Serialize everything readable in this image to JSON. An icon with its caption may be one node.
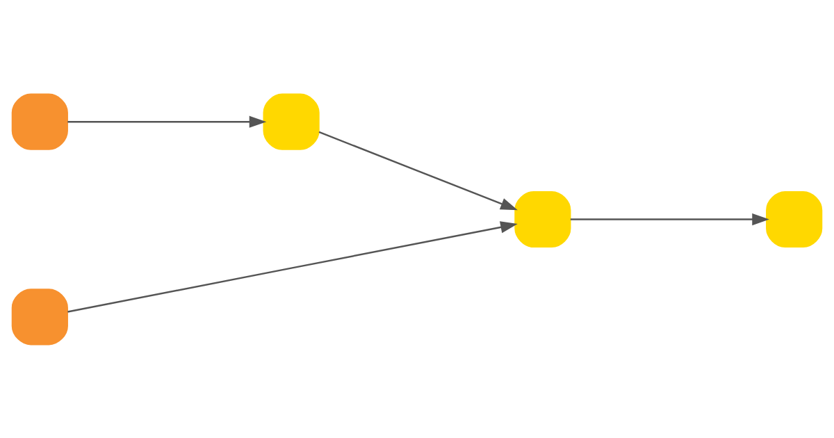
{
  "diagram": {
    "nodes": [
      {
        "text": [],
        "shape": "box"
      },
      {
        "text": [],
        "shape": "box"
      },
      {
        "text": [],
        "shape": "box"
      },
      {
        "text": [],
        "shape": "box"
      },
      {
        "text": [],
        "shape": "box"
      }
    ],
    "edges": [
      {
        "from": 0,
        "to": 2,
        "arrow": "to"
      },
      {
        "from": 2,
        "to": 3,
        "arrow": "to"
      },
      {
        "from": 1,
        "to": 3,
        "arrow": "to"
      },
      {
        "from": 3,
        "to": 4,
        "arrow": "to"
      }
    ]
  }
}
